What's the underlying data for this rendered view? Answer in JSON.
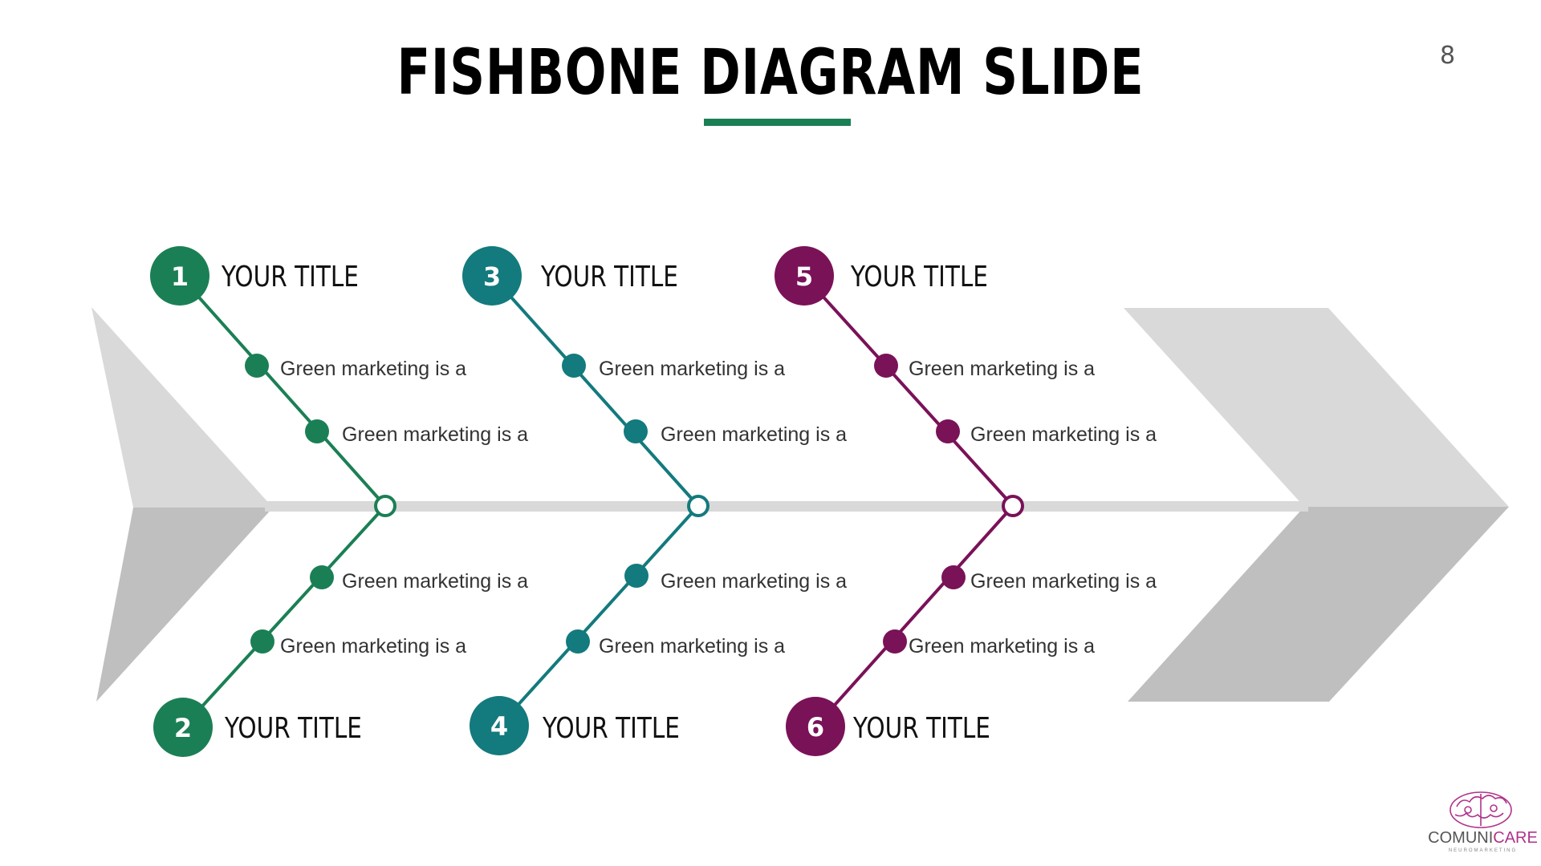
{
  "slide": {
    "title": "FISHBONE DIAGRAM SLIDE",
    "page_number": "8"
  },
  "colors": {
    "accent_bar": "#1b7f55",
    "green": "#1b7f55",
    "teal": "#137a7d",
    "purple": "#7a1258",
    "arrow_light": "#d9d9d9",
    "arrow_dark": "#bfbfbf",
    "spine": "#d9d9d9"
  },
  "branches": [
    {
      "number": "1",
      "title": "YOUR TITLE",
      "color": "teal-green",
      "items": [
        "Green marketing is a",
        "Green marketing is a"
      ]
    },
    {
      "number": "2",
      "title": "YOUR TITLE",
      "color": "green",
      "items": [
        "Green marketing is a",
        "Green marketing is a"
      ]
    },
    {
      "number": "3",
      "title": "YOUR TITLE",
      "color": "teal",
      "items": [
        "Green marketing is a",
        "Green marketing is a"
      ]
    },
    {
      "number": "4",
      "title": "YOUR TITLE",
      "color": "teal",
      "items": [
        "Green marketing is a",
        "Green marketing is a"
      ]
    },
    {
      "number": "5",
      "title": "YOUR TITLE",
      "color": "purple",
      "items": [
        "Green marketing is a",
        "Green marketing is a"
      ]
    },
    {
      "number": "6",
      "title": "YOUR TITLE",
      "color": "purple",
      "items": [
        "Green marketing is a",
        "Green marketing is a"
      ]
    }
  ],
  "logo": {
    "icon": "brain-icon",
    "name_part1": "COMUNI",
    "name_part2": "CARE",
    "tagline": "NEUROMARKETING"
  }
}
